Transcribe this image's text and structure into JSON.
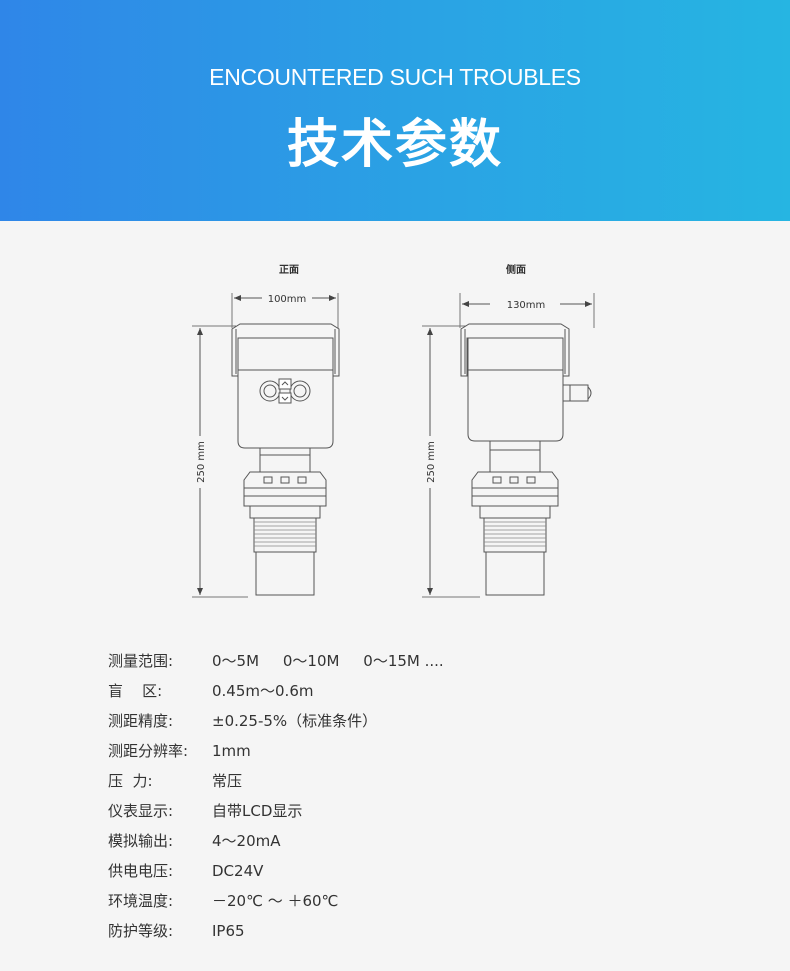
{
  "header": {
    "subtitle": "ENCOUNTERED SUCH TROUBLES",
    "title": "技术参数"
  },
  "drawing": {
    "front_label": "正面",
    "side_label": "侧面",
    "front_width": "100mm",
    "side_width": "130mm",
    "front_height": "250 mm",
    "side_height": "250 mm"
  },
  "specs": [
    {
      "label": "测量范围:",
      "value": "0～5M     0～10M     0～15M ...."
    },
    {
      "label": "盲    区:",
      "value": "0.45m～0.6m"
    },
    {
      "label": "测距精度:",
      "value": "±0.25-5%（标准条件）"
    },
    {
      "label": "测距分辨率:",
      "value": "1mm"
    },
    {
      "label": "压  力:",
      "value": "常压"
    },
    {
      "label": "仪表显示:",
      "value": "自带LCD显示"
    },
    {
      "label": "模拟输出:",
      "value": "4～20mA"
    },
    {
      "label": "供电电压:",
      "value": "DC24V"
    },
    {
      "label": "环境温度:",
      "value": "－20℃ ～ ＋60℃"
    },
    {
      "label": "防护等级:",
      "value": "IP65"
    }
  ]
}
